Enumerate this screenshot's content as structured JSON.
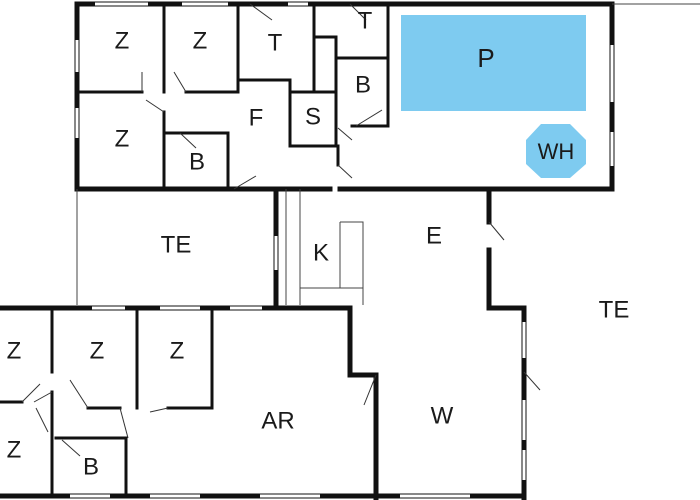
{
  "floorplan": {
    "rooms": [
      {
        "id": "z1",
        "label": "Z"
      },
      {
        "id": "z2",
        "label": "Z"
      },
      {
        "id": "t1",
        "label": "T"
      },
      {
        "id": "t2",
        "label": "T"
      },
      {
        "id": "pool",
        "label": "P"
      },
      {
        "id": "z3",
        "label": "Z"
      },
      {
        "id": "b1",
        "label": "B"
      },
      {
        "id": "f",
        "label": "F"
      },
      {
        "id": "s",
        "label": "S"
      },
      {
        "id": "b2",
        "label": "B"
      },
      {
        "id": "wh",
        "label": "WH"
      },
      {
        "id": "te1",
        "label": "TE"
      },
      {
        "id": "k",
        "label": "K"
      },
      {
        "id": "e",
        "label": "E"
      },
      {
        "id": "te2",
        "label": "TE"
      },
      {
        "id": "z4",
        "label": "Z"
      },
      {
        "id": "z5",
        "label": "Z"
      },
      {
        "id": "z6",
        "label": "Z"
      },
      {
        "id": "ar",
        "label": "AR"
      },
      {
        "id": "w",
        "label": "W"
      },
      {
        "id": "z7",
        "label": "Z"
      },
      {
        "id": "b3",
        "label": "B"
      }
    ]
  },
  "colors": {
    "wall": "#111111",
    "pool": "#7ecbf0",
    "water_heater": "#7ecbf0",
    "background": "#ffffff"
  }
}
